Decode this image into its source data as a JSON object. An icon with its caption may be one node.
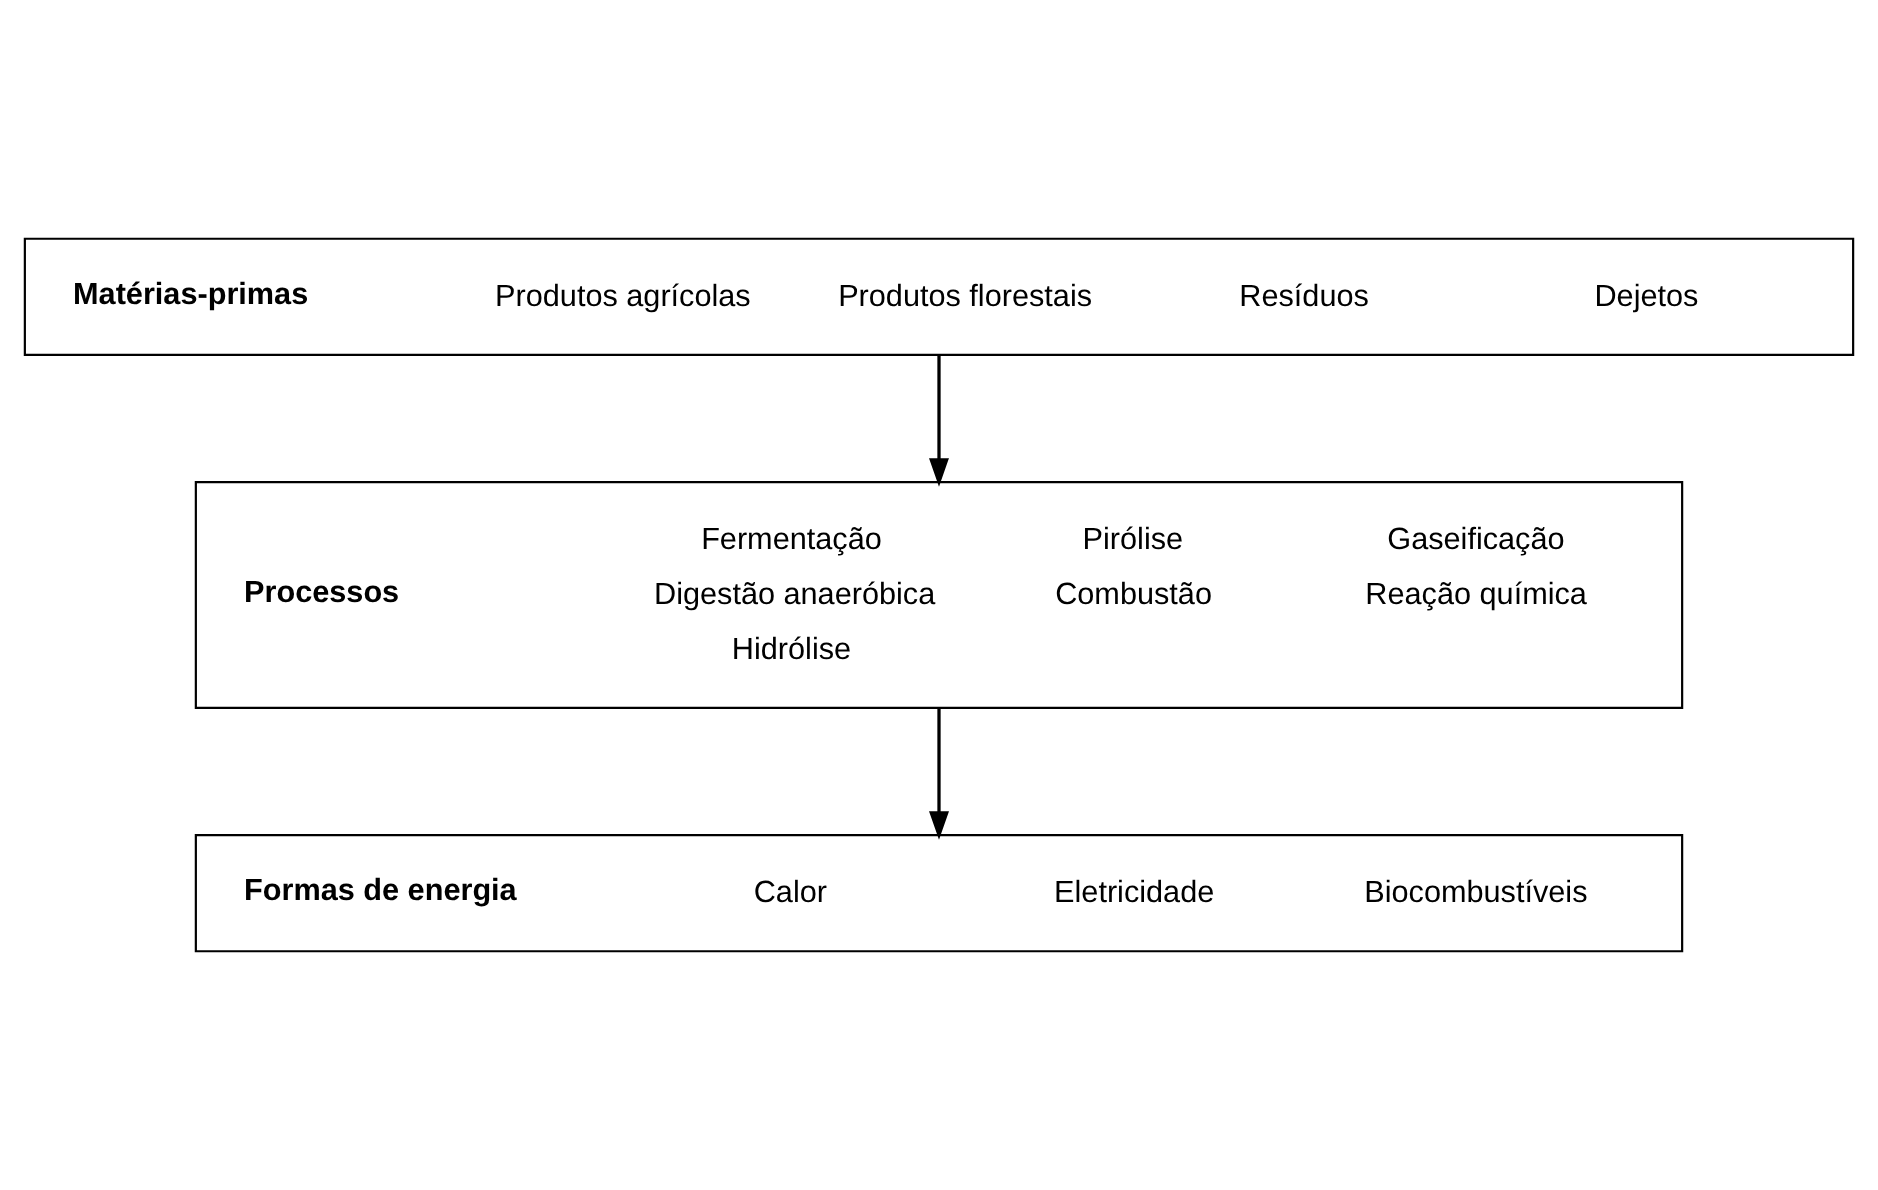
{
  "diagram": {
    "nodes": [
      {
        "text": [
          "Matérias-primas",
          "Produtos agrícolas",
          "Produtos florestais",
          "Resíduos",
          "Dejetos"
        ]
      },
      {
        "text": [
          "Processos",
          "Fermentação",
          "Pirólise",
          "Gaseificação",
          "Digestão anaeróbica",
          "Combustão",
          "Reação química",
          "Hidrólise"
        ]
      },
      {
        "text": [
          "Formas de energia",
          "Calor",
          "Eletricidade",
          "Biocombustíveis"
        ]
      }
    ],
    "edges": [
      {
        "from": 0,
        "to": 1,
        "arrow": "to"
      },
      {
        "from": 1,
        "to": 2,
        "arrow": "to"
      }
    ]
  }
}
